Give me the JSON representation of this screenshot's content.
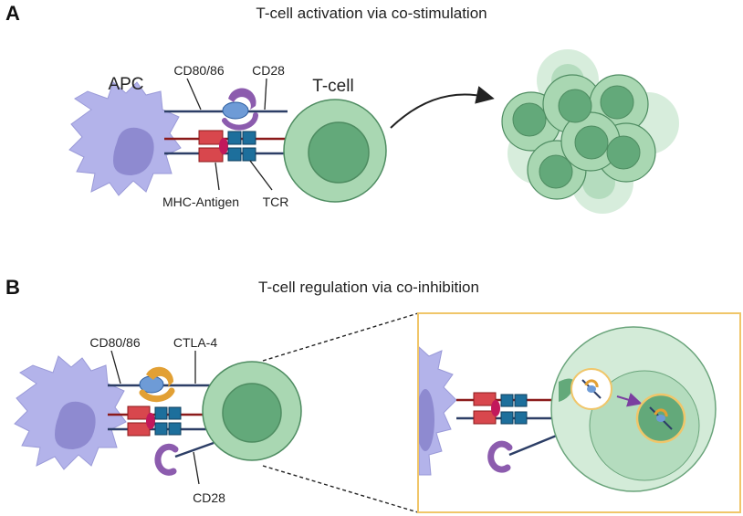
{
  "panel_a": {
    "letter": "A",
    "title": "T-cell activation via co-stimulation",
    "labels": {
      "apc": "APC",
      "tcell": "T-cell",
      "cd80": "CD80/86",
      "cd28": "CD28",
      "mhc": "MHC-Antigen",
      "tcr": "TCR"
    }
  },
  "panel_b": {
    "letter": "B",
    "title": "T-cell regulation via co-inhibition",
    "labels": {
      "cd80": "CD80/86",
      "ctla4": "CTLA-4",
      "cd28": "CD28"
    }
  },
  "colors": {
    "apc_fill": "#b3b3ea",
    "apc_nucleus": "#8e8ad0",
    "tcell_outer": "#a9d7b2",
    "tcell_inner": "#63a97a",
    "tcell_stroke": "#4e8c61",
    "mhc_red": "#d8474d",
    "tcr_blue": "#1d6f9c",
    "antigen": "#c2185b",
    "cd80_blue": "#6e9bd6",
    "cd28_purple": "#8c5cae",
    "ctla4_orange": "#e2a034",
    "zoom_frame": "#f0c66a"
  }
}
